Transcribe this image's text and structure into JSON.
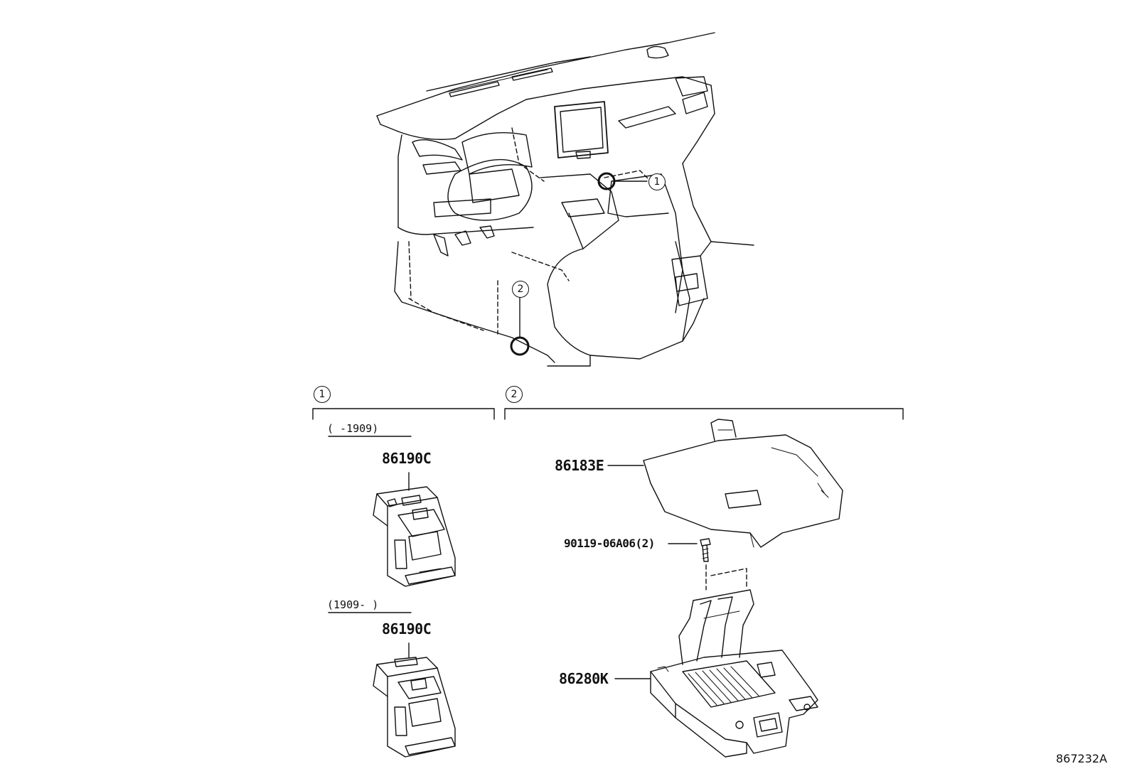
{
  "diagram": {
    "callouts": [
      {
        "id": "callout-1",
        "label": "1"
      },
      {
        "id": "callout-2",
        "label": "2"
      }
    ],
    "group_1": {
      "label": "1",
      "variants": [
        {
          "date_range": "(      -1909)",
          "part_number": "86190C"
        },
        {
          "date_range": "(1909-      )",
          "part_number": "86190C"
        }
      ]
    },
    "group_2": {
      "label": "2",
      "parts": [
        {
          "part_number": "86183E"
        },
        {
          "part_number": "90119-06A06(2)"
        },
        {
          "part_number": "86280K"
        }
      ]
    },
    "illustration_code": "867232A",
    "line_color": "#111111",
    "background": "#ffffff"
  }
}
